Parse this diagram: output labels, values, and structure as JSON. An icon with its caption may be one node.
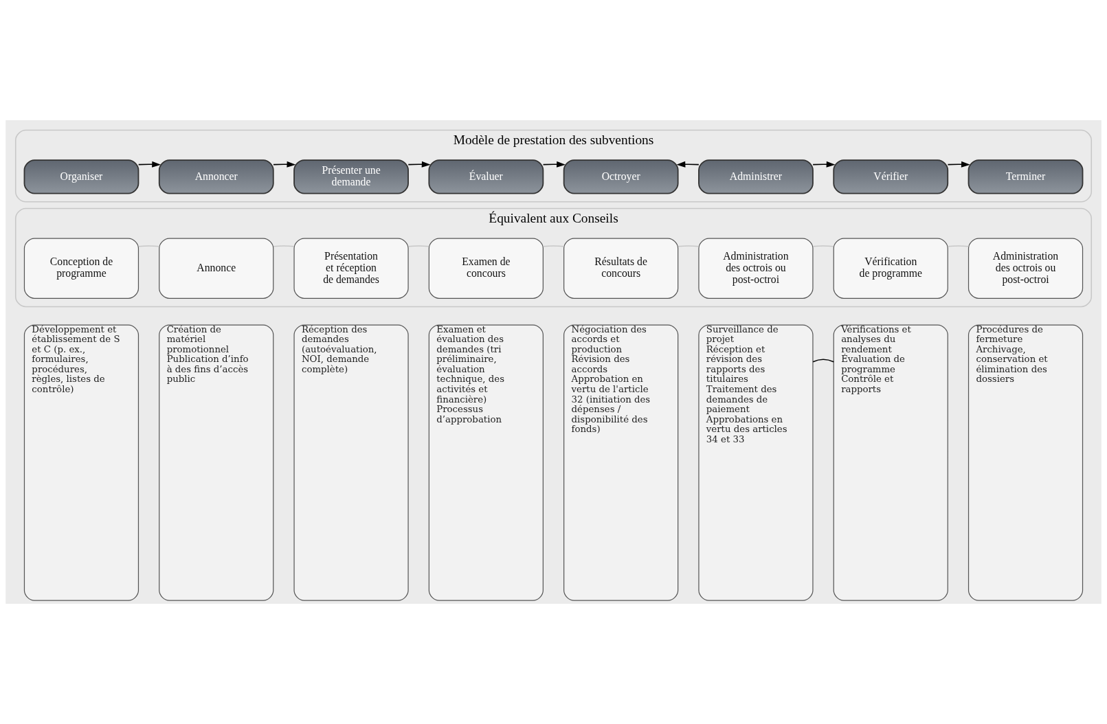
{
  "diagram": {
    "nodes": [
      {
        "text": [
          "Modèle de prestation des subventions"
        ]
      },
      {
        "text": [
          "Organiser"
        ],
        "in": 0
      },
      {
        "text": [
          "Annoncer"
        ],
        "in": 0
      },
      {
        "text": [
          "Présenter une demande"
        ],
        "in": 0
      },
      {
        "text": [
          "Évaluer"
        ],
        "in": 0
      },
      {
        "text": [
          "Octroyer"
        ],
        "in": 0
      },
      {
        "text": [
          "Administrer"
        ],
        "in": 0
      },
      {
        "text": [
          "Vérifier"
        ],
        "in": 0
      },
      {
        "text": [
          "Terminer"
        ],
        "in": 0
      },
      {
        "text": [
          "Équivalent aux Conseils"
        ]
      },
      {
        "text": [
          "Conception de programme"
        ],
        "in": 9
      },
      {
        "text": [
          "Annonce"
        ],
        "in": 9
      },
      {
        "text": [
          "Présentation et réception de demandes"
        ],
        "in": 9
      },
      {
        "text": [
          "Examen de concours"
        ],
        "in": 9
      },
      {
        "text": [
          "Résultats de concours"
        ],
        "in": 9
      },
      {
        "text": [
          "Administration des octrois ou post-octroi"
        ],
        "in": 9
      },
      {
        "text": [
          "Vérification de programme"
        ],
        "in": 9
      },
      {
        "text": [
          "Administration des octrois ou post-octroi"
        ],
        "in": 9
      },
      {
        "text": [
          "Développement et établissement de S et C (p. ex., formulaires, procédures, règles, listes de contrôle)"
        ]
      },
      {
        "text": [
          "Création de matériel promotionnel",
          "Publication d’info à des fins d’accès public"
        ]
      },
      {
        "text": [
          "Réception des demandes (autoévaluation, NOI, demande complète)"
        ]
      },
      {
        "text": [
          "Examen et évaluation des demandes (tri préliminaire, évaluation technique, des activités et financière)",
          "Processus d’approbation"
        ]
      },
      {
        "text": [
          "Négociation des accords et production",
          "Révision des accords",
          "Approbation en vertu de l'article 32 (initiation des dépenses / disponibilité des fonds)"
        ]
      },
      {
        "text": [
          "Surveillance de projet",
          "Réception et révision des rapports des titulaires",
          "Traitement des demandes de paiement",
          "Approbations en vertu des articles 34 et 33"
        ]
      },
      {
        "text": [
          "Vérifications et analyses du rendement",
          "Évaluation de programme",
          "Contrôle et rapports"
        ]
      },
      {
        "text": [
          "Procédures de fermeture",
          "Archivage, conservation et élimination des dossiers"
        ]
      }
    ],
    "edges": [
      {
        "from": 1,
        "to": 2,
        "arrow": "to"
      },
      {
        "from": 2,
        "to": 3,
        "arrow": "to"
      },
      {
        "from": 3,
        "to": 4,
        "arrow": "to"
      },
      {
        "from": 4,
        "to": 5,
        "arrow": "to"
      },
      {
        "from": 6,
        "to": 5,
        "arrow": "to"
      },
      {
        "from": 6,
        "to": 7,
        "arrow": "to"
      },
      {
        "from": 7,
        "to": 8,
        "arrow": "to"
      },
      {
        "from": 10,
        "to": 11,
        "arrow": "none",
        "color": "#c8c8c8"
      },
      {
        "from": 11,
        "to": 12,
        "arrow": "none",
        "color": "#c8c8c8"
      },
      {
        "from": 12,
        "to": 13,
        "arrow": "none",
        "color": "#c8c8c8"
      },
      {
        "from": 13,
        "to": 14,
        "arrow": "none",
        "color": "#c8c8c8"
      },
      {
        "from": 14,
        "to": 15,
        "arrow": "none",
        "color": "#c8c8c8"
      },
      {
        "from": 15,
        "to": 16,
        "arrow": "none",
        "color": "#c8c8c8"
      },
      {
        "from": 16,
        "to": 17,
        "arrow": "none",
        "color": "#c8c8c8"
      },
      {
        "from": 23,
        "to": 24,
        "arrow": "none"
      }
    ]
  }
}
